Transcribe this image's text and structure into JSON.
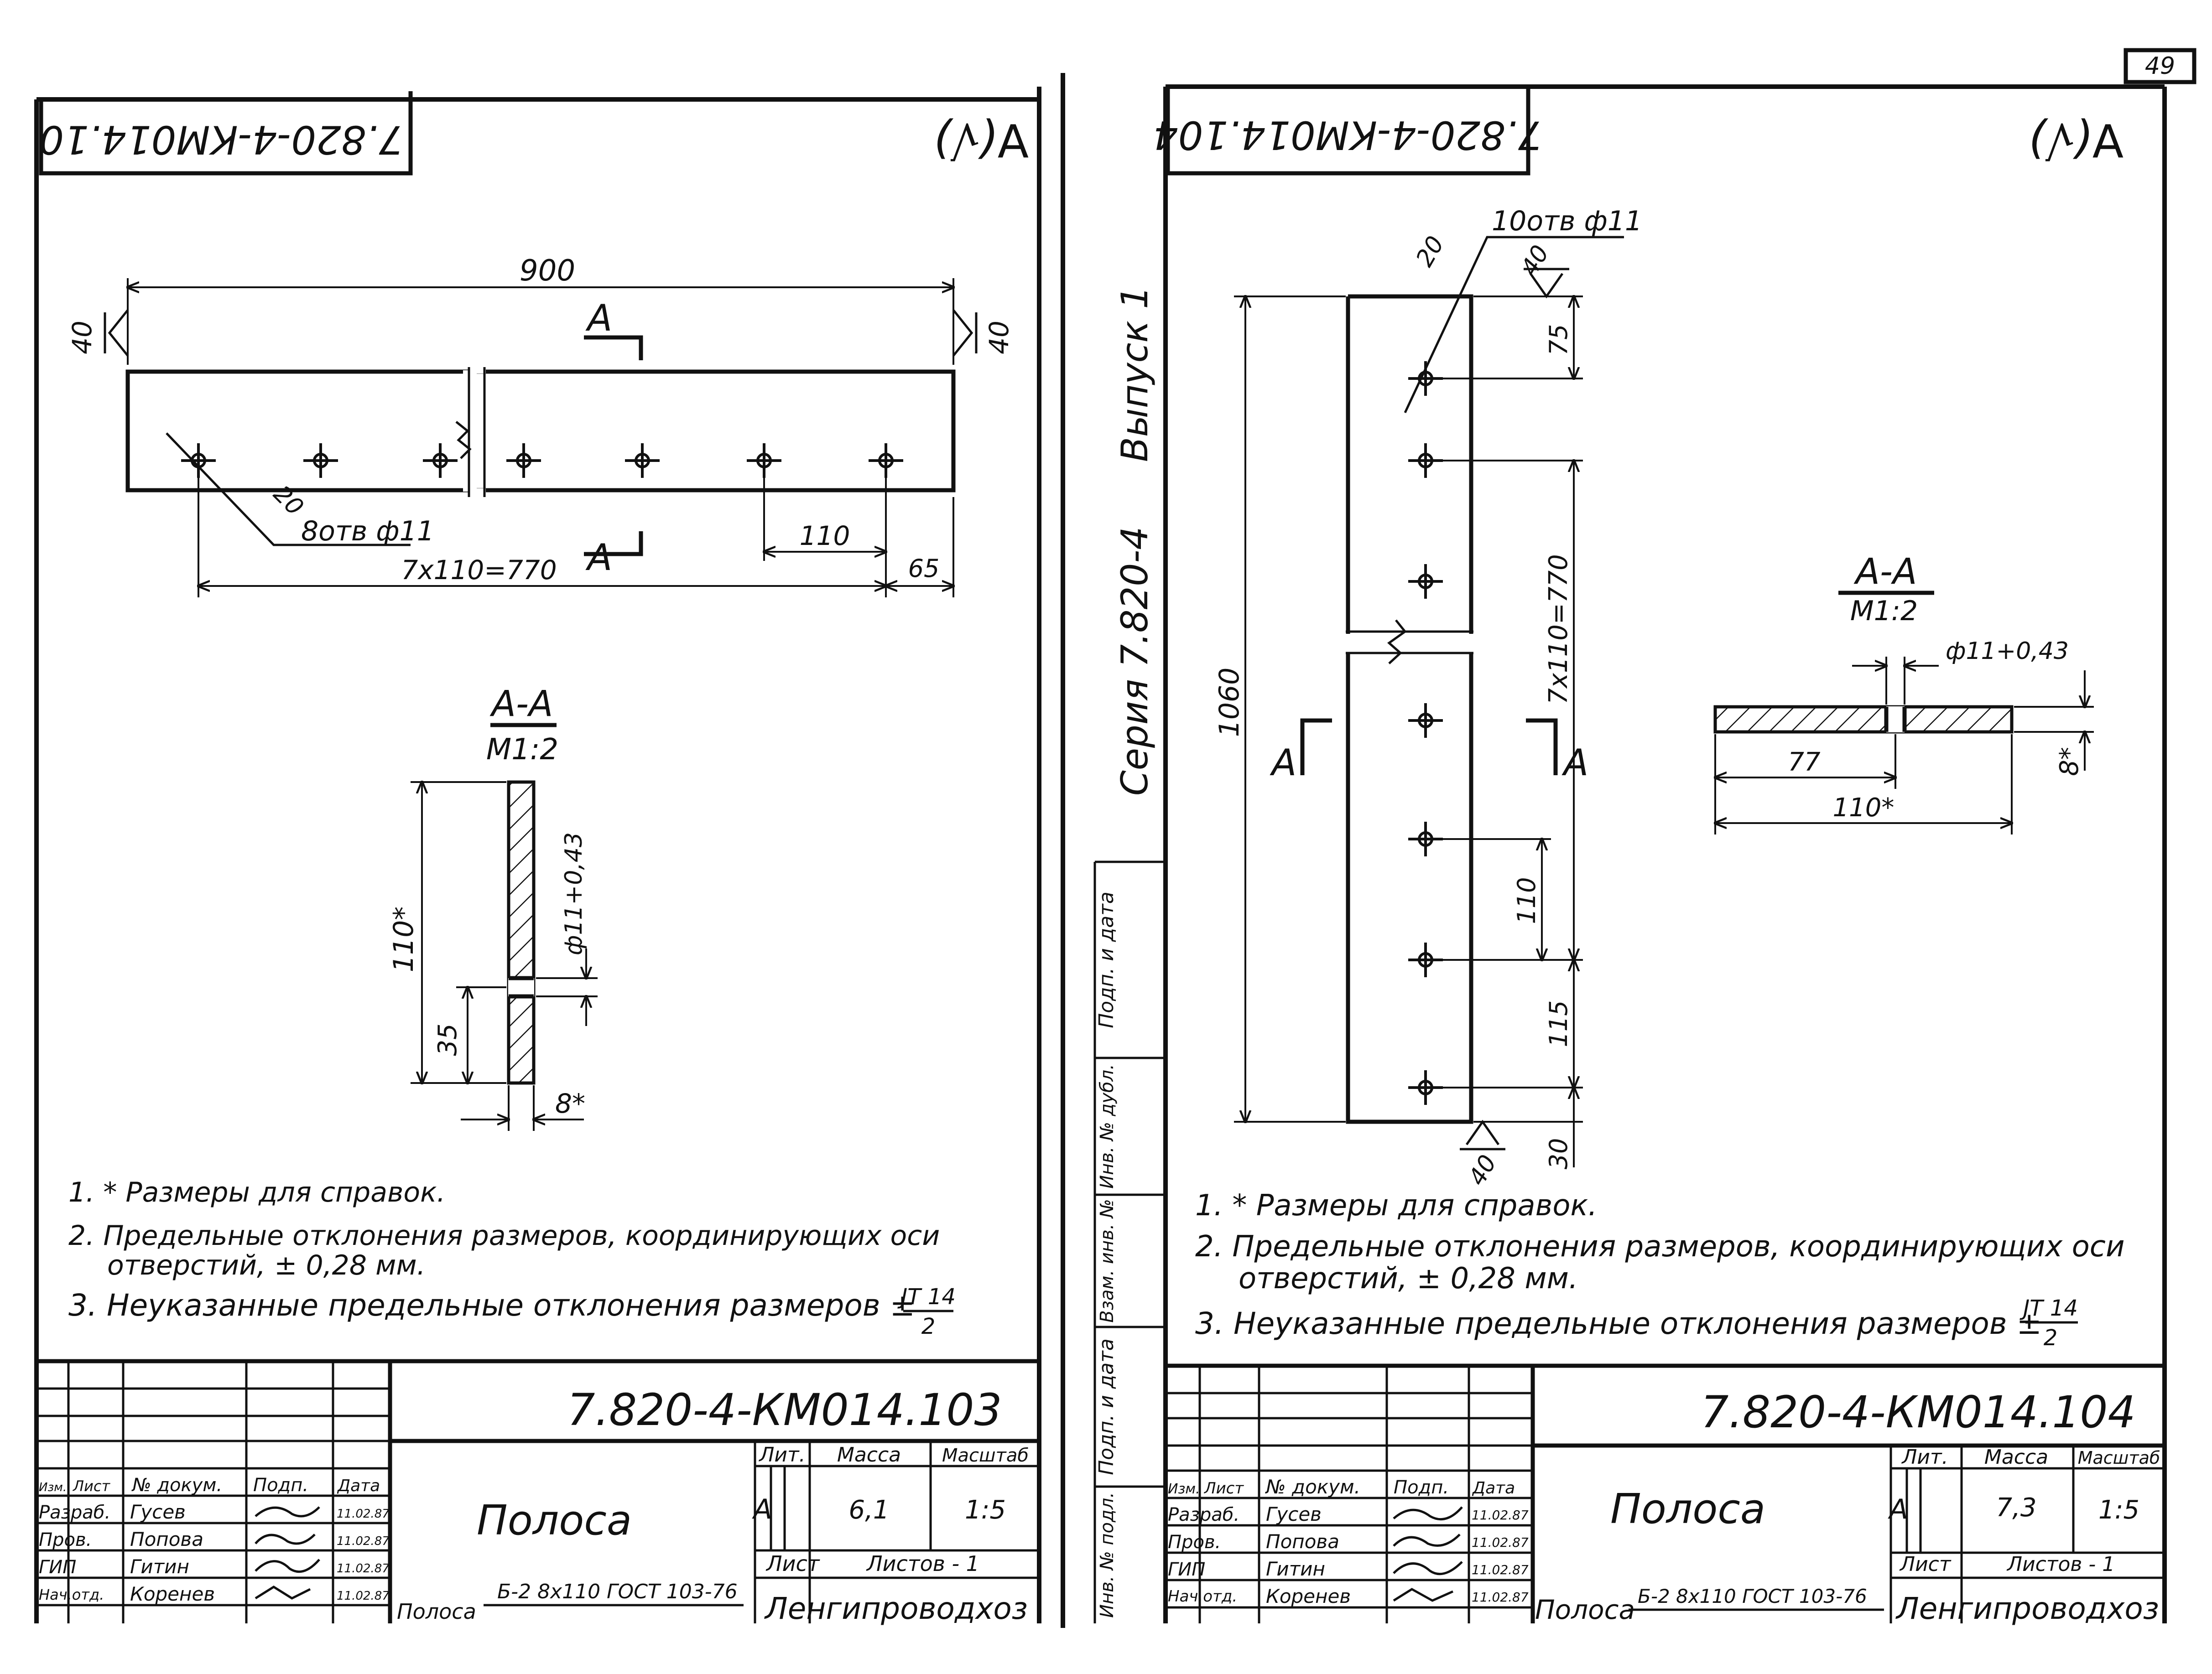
{
  "sheets": [
    {
      "code_rotated": "7.820-4-КМ014.10",
      "roughness": "∀(√)",
      "plan": {
        "length": "900",
        "edge_left": "40",
        "edge_right": "40",
        "section_mark": "А",
        "holes_spec": "8отв ф11",
        "chamfer": "20",
        "pitch_total": "7х110=770",
        "pitch": "110",
        "end_offset": "65"
      },
      "section": {
        "title": "А-А",
        "scale": "М1:2",
        "width": "110*",
        "hole": "ф11+0,43",
        "hole_pos": "35",
        "thickness": "8*"
      },
      "notes": [
        "1. * Размеры для справок.",
        "2. Предельные отклонения размеров, координирующих оси",
        "отверстий, ± 0,28 мм.",
        "3. Неуказанные предельные отклонения размеров ±",
        "JT 14",
        "2"
      ],
      "stamp": {
        "designation": "7.820-4-КМ014.103",
        "headers": [
          "Изм.",
          "Лист",
          "№ докум.",
          "Подп.",
          "Дата"
        ],
        "rows": [
          {
            "role": "Разраб.",
            "name": "Гусев",
            "date": "11.02.87"
          },
          {
            "role": "Пров.",
            "name": "Попова",
            "date": "11.02.87"
          },
          {
            "role": "ГИП",
            "name": "Гитин",
            "date": "11.02.87"
          },
          {
            "role": "Нач.отд.",
            "name": "Коренев",
            "date": "11.02.87"
          }
        ],
        "title": "Полоса",
        "lit_label": "Лит.",
        "mass_label": "Масса",
        "scale_label": "Масштаб",
        "lit": "А",
        "mass": "6,1",
        "scale": "1:5",
        "sheet_label": "Лист",
        "sheets_label": "Листов - 1",
        "material_prefix": "Полоса",
        "material": "Б-2 8х110 ГОСТ 103-76",
        "org": "Ленгипроводхоз"
      }
    },
    {
      "code_rotated": "7.820-4-КМ014.104",
      "roughness": "∀(√)",
      "series": "Серия 7.820-4",
      "issue": "Выпуск 1",
      "plan": {
        "holes_spec": "10отв ф11",
        "chamfer": "20",
        "edge_top": "40",
        "edge_bottom": "40",
        "first_hole": "75",
        "length": "1060",
        "pitch_total": "7х110=770",
        "pitch": "110",
        "end_offset": "115",
        "end_gap": "30",
        "section_mark": "А"
      },
      "section": {
        "title": "А-А",
        "scale": "М1:2",
        "hole": "ф11+0,43",
        "hole_pos": "77",
        "width": "110*",
        "thickness": "8*"
      },
      "notes": [
        "1. * Размеры для справок.",
        "2. Предельные отклонения размеров, координирующих оси",
        "отверстий, ± 0,28 мм.",
        "3. Неуказанные предельные отклонения размеров ±",
        "JT 14",
        "2"
      ],
      "side_labels": [
        "Подп. и дата",
        "Инв. № дубл.",
        "Взам. инв. №",
        "Подп. и дата",
        "Инв. № подл."
      ],
      "stamp": {
        "designation": "7.820-4-КМ014.104",
        "headers": [
          "Изм.",
          "Лист",
          "№ докум.",
          "Подп.",
          "Дата"
        ],
        "rows": [
          {
            "role": "Разраб.",
            "name": "Гусев",
            "date": "11.02.87"
          },
          {
            "role": "Пров.",
            "name": "Попова",
            "date": "11.02.87"
          },
          {
            "role": "ГИП",
            "name": "Гитин",
            "date": "11.02.87"
          },
          {
            "role": "Нач.отд.",
            "name": "Коренев",
            "date": "11.02.87"
          }
        ],
        "title": "Полоса",
        "lit_label": "Лит.",
        "mass_label": "Масса",
        "scale_label": "Масштаб",
        "lit": "А",
        "mass": "7,3",
        "scale": "1:5",
        "sheet_label": "Лист",
        "sheets_label": "Листов - 1",
        "material_prefix": "Полоса",
        "material": "Б-2 8х110 ГОСТ 103-76",
        "org": "Ленгипроводхоз"
      }
    }
  ],
  "page_number": "49"
}
